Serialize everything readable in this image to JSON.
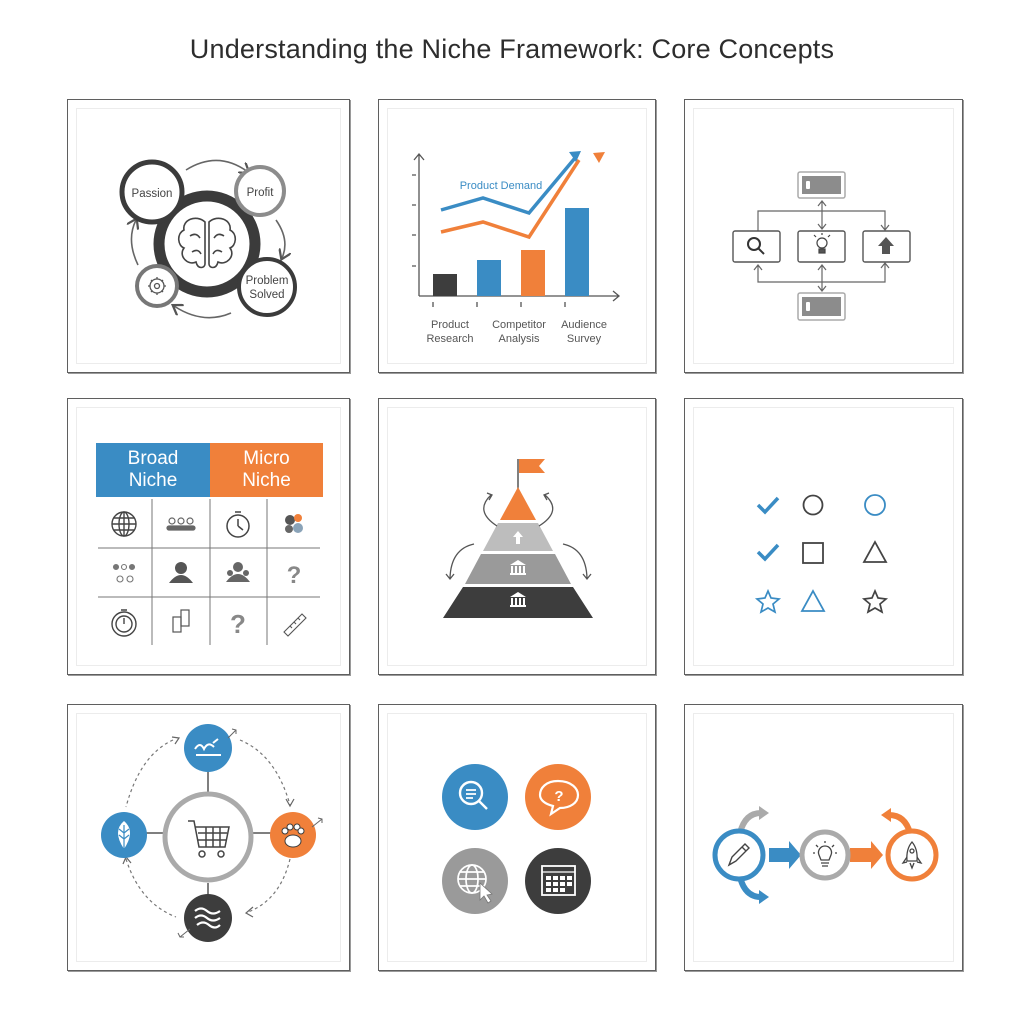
{
  "title": "Understanding the Niche Framework: Core Concepts",
  "colors": {
    "blue": "#3a8cc4",
    "orange": "#f0803a",
    "dark": "#3d3d3d",
    "gray": "#8a8a8a",
    "light_gray": "#b3b3b3"
  },
  "panels": [
    {
      "id": "niche-cycle",
      "labels": {
        "passion": "Passion",
        "profit": "Profit",
        "problem_line1": "Problem",
        "problem_line2": "Solved"
      },
      "icons": [
        "brain-icon",
        "gear-icon"
      ]
    },
    {
      "id": "demand-chart",
      "labels": {
        "series": "Product Demand",
        "cat1_line1": "Product",
        "cat1_line2": "Research",
        "cat2_line1": "Competitor",
        "cat2_line2": "Analysis",
        "cat3_line1": "Audience",
        "cat3_line2": "Survey"
      }
    },
    {
      "id": "flow-diagram",
      "icons": [
        "search-icon",
        "lightbulb-icon",
        "up-arrow-icon",
        "battery-icon"
      ]
    },
    {
      "id": "broad-vs-micro",
      "labels": {
        "broad_line1": "Broad",
        "broad_line2": "Niche",
        "micro_line1": "Micro",
        "micro_line2": "Niche",
        "q1": "?",
        "q2": "?"
      }
    },
    {
      "id": "pyramid",
      "icons": [
        "flag-icon",
        "lightbulb-icon",
        "bank-icon",
        "bank-icon"
      ]
    },
    {
      "id": "shape-grid",
      "icons": [
        "check-icon",
        "circle-icon",
        "circle-icon",
        "check-icon",
        "square-icon",
        "triangle-icon",
        "star-icon",
        "triangle-icon",
        "star-icon"
      ]
    },
    {
      "id": "ecommerce-hub",
      "icons": [
        "cart-icon",
        "swim-icon",
        "paw-icon",
        "waves-icon",
        "leaf-icon"
      ]
    },
    {
      "id": "research-icons",
      "labels": {
        "q": "?"
      },
      "icons": [
        "search-icon",
        "question-bubble-icon",
        "globe-cursor-icon",
        "calendar-icon"
      ]
    },
    {
      "id": "process-flow",
      "icons": [
        "pencil-icon",
        "lightbulb-icon",
        "rocket-icon"
      ]
    }
  ],
  "chart_data": {
    "type": "bar",
    "title": "Product Demand",
    "categories": [
      "Product Research",
      "",
      "Competitor Analysis",
      "Audience Survey"
    ],
    "values": [
      22,
      36,
      46,
      88
    ],
    "bar_colors": [
      "#3d3d3d",
      "#3a8cc4",
      "#f0803a",
      "#3a8cc4"
    ],
    "series": [
      {
        "name": "Product Demand (blue line)",
        "values": [
          67,
          82,
          64,
          140
        ]
      },
      {
        "name": "Orange trend",
        "values": [
          47,
          68,
          51,
          138
        ]
      }
    ],
    "xlabel": "",
    "ylabel": "",
    "ylim": [
      0,
      140
    ]
  }
}
